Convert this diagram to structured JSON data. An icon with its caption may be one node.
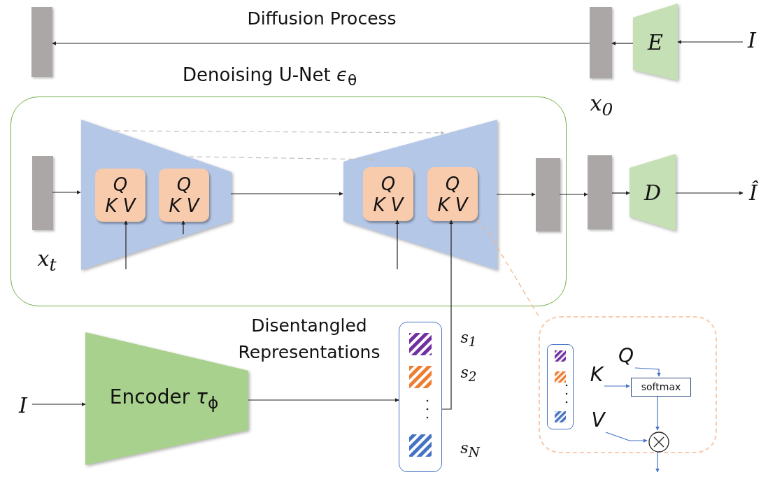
{
  "diagram": {
    "nodes": [
      {
        "text": [],
        "shape": "bar"
      },
      {
        "text": [],
        "shape": "bar",
        "beside": [
          "*x*$_{0}$"
        ]
      },
      {
        "text": [
          "E"
        ]
      },
      {
        "text": [
          "I"
        ]
      },
      {
        "text": [
          "Denoising U-Net *ϵ*$_{θ}$"
        ]
      },
      {
        "text": [],
        "shape": "bar",
        "in": 4,
        "beside": [
          "*x*$_{t}$"
        ]
      },
      {
        "text": [],
        "shape": "trapezoid",
        "in": 4
      },
      {
        "text": [
          "Q",
          "K V"
        ],
        "in": 6
      },
      {
        "text": [
          "Q",
          "K V"
        ],
        "in": 6
      },
      {
        "text": [],
        "shape": "trapezoid",
        "in": 4
      },
      {
        "text": [
          "Q",
          "K V"
        ],
        "in": 9
      },
      {
        "text": [
          "Q",
          "K V"
        ],
        "in": 9
      },
      {
        "text": [],
        "shape": "bar",
        "in": 4
      },
      {
        "text": [],
        "shape": "bar"
      },
      {
        "text": [
          "D"
        ]
      },
      {
        "text": [
          "Î"
        ]
      },
      {
        "text": [
          "I"
        ]
      },
      {
        "text": [
          "Encoder *τ*$_{ϕ}$"
        ]
      },
      {
        "text": [],
        "shape": "box",
        "beside": [
          "*s*$_{1}$",
          "*s*$_{2}$",
          "*s*$_{N}$"
        ]
      },
      {
        "text": [],
        "shape": "box"
      },
      {
        "text": [],
        "shape": "box",
        "in": 19
      },
      {
        "text": [
          "K"
        ],
        "in": 19
      },
      {
        "text": [
          "Q"
        ],
        "in": 19
      },
      {
        "text": [
          "softmax"
        ],
        "in": 19
      },
      {
        "text": [
          "V"
        ],
        "in": 19
      },
      {
        "text": [],
        "shape": "circle",
        "in": 19
      }
    ],
    "edges": [
      {
        "from": 1,
        "to": 0,
        "arrow": "to",
        "label": "Diffusion Process"
      },
      {
        "from": 3,
        "to": 2,
        "arrow": "to"
      },
      {
        "from": 2,
        "to": 1,
        "arrow": "to"
      },
      {
        "from": 5,
        "to": 6,
        "arrow": "to"
      },
      {
        "from": 6,
        "to": 9,
        "arrow": "to"
      },
      {
        "from": 6,
        "to": 9,
        "arrow": "to",
        "style": "dashed",
        "color": "#bfbfbf"
      },
      {
        "from": 6,
        "to": 9,
        "arrow": "to",
        "style": "dashed",
        "color": "#bfbfbf"
      },
      {
        "from": null,
        "to": 7,
        "arrow": "to"
      },
      {
        "from": null,
        "to": 8,
        "arrow": "to"
      },
      {
        "from": null,
        "to": 10,
        "arrow": "to"
      },
      {
        "from": 9,
        "to": 12,
        "arrow": "to"
      },
      {
        "from": 12,
        "to": 13,
        "arrow": "to"
      },
      {
        "from": 13,
        "to": 14,
        "arrow": "to"
      },
      {
        "from": 14,
        "to": 15,
        "arrow": "to"
      },
      {
        "from": 16,
        "to": 17,
        "arrow": "to"
      },
      {
        "from": 17,
        "to": 18,
        "arrow": "to"
      },
      {
        "from": 18,
        "to": 11,
        "arrow": "to"
      },
      {
        "from": 11,
        "to": 19,
        "arrow": "none",
        "style": "dashed",
        "color": "#f4b183"
      },
      {
        "from": 22,
        "to": 23,
        "arrow": "to",
        "color": "#4472c4"
      },
      {
        "from": 21,
        "to": 23,
        "arrow": "to",
        "color": "#4472c4"
      },
      {
        "from": 23,
        "to": 25,
        "arrow": "to",
        "color": "#4472c4"
      },
      {
        "from": 24,
        "to": 25,
        "arrow": "to",
        "color": "#4472c4"
      },
      {
        "from": 25,
        "to": null,
        "arrow": "to",
        "color": "#4472c4"
      }
    ],
    "labels": [
      "Disentangled Representations"
    ]
  }
}
